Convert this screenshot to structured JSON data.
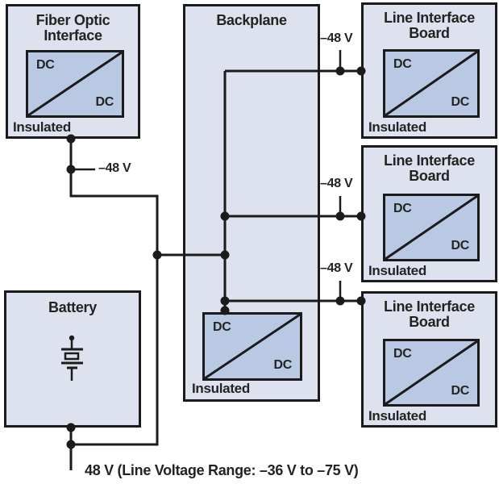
{
  "diagram": {
    "caption": "48 V (Line Voltage Range: –36 V to –75 V)",
    "colors": {
      "block_fill": "#dde2ee",
      "converter_fill": "#b9c9e4",
      "line": "#1b1b1b",
      "text": "#232323",
      "background": "#ffffff"
    },
    "blocks": {
      "fiber_optic_interface": {
        "title": "Fiber Optic Interface",
        "insulated": "Insulated"
      },
      "backplane": {
        "title": "Backplane",
        "insulated": "Insulated"
      },
      "battery": {
        "title": "Battery"
      },
      "line_interface_board_1": {
        "title": "Line Interface Board",
        "insulated": "Insulated"
      },
      "line_interface_board_2": {
        "title": "Line Interface Board",
        "insulated": "Insulated"
      },
      "line_interface_board_3": {
        "title": "Line Interface Board",
        "insulated": "Insulated"
      }
    },
    "converter_labels": {
      "input": "DC",
      "output": "DC"
    },
    "voltage_labels": {
      "fiber_optic_feed": "–48 V",
      "board_1_feed": "–48 V",
      "board_2_feed": "–48 V",
      "board_3_feed": "–48 V"
    },
    "icons": {
      "battery_symbol": "battery-cells-icon"
    }
  }
}
